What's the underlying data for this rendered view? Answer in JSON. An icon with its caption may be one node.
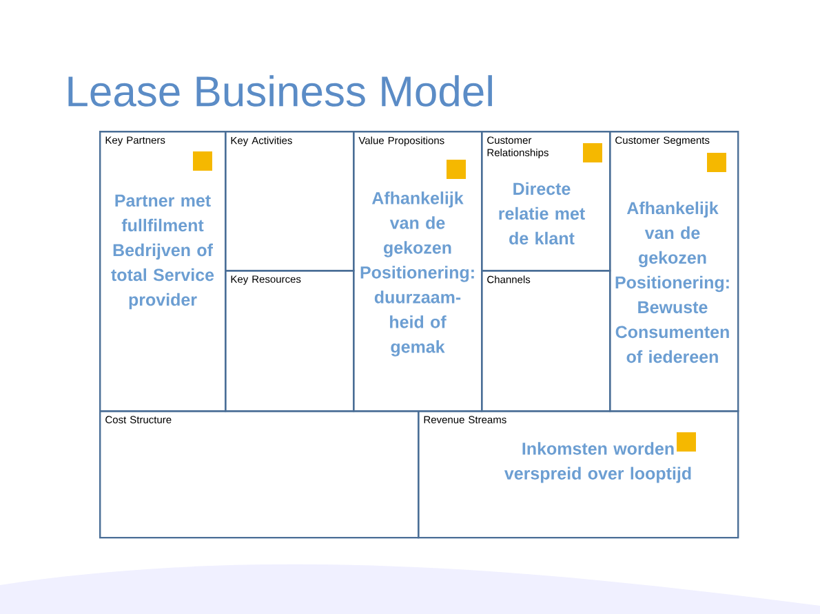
{
  "diagram": {
    "title": "Lease Business Model",
    "nodes": [
      {
        "text": [
          "Key Partners",
          "Partner met fullfilment Bedrijven of total Service provider"
        ]
      },
      {
        "text": [
          "Key Activities"
        ]
      },
      {
        "text": [
          "Value Propositions",
          "Afhankelijk van de gekozen Positionering: duurzaam-heid of gemak"
        ]
      },
      {
        "text": [
          "Customer Relationships",
          "Directe relatie met de klant"
        ]
      },
      {
        "text": [
          "Customer Segments",
          "Afhankelijk van de gekozen Positionering: Bewuste Consumenten of iedereen"
        ]
      },
      {
        "text": [
          "Key Resources"
        ]
      },
      {
        "text": [
          "Channels"
        ]
      },
      {
        "text": [
          "Cost Structure"
        ]
      },
      {
        "text": [
          "Revenue Streams",
          "Inkomsten worden verspreid over looptijd"
        ]
      }
    ]
  }
}
